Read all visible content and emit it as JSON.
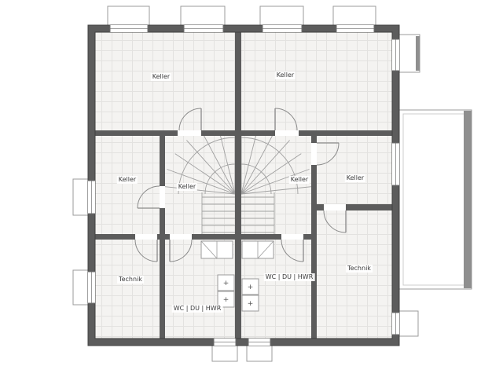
{
  "rooms": {
    "keller_top_left": "Keller",
    "keller_top_right": "Keller",
    "keller_mid_left": "Keller",
    "keller_stair_left": "Keller",
    "keller_stair_right": "Keller",
    "keller_mid_right": "Keller",
    "technik_left": "Technik",
    "technik_right": "Technik",
    "wc_du_hwr_left": "WC | DU | HWR",
    "wc_du_hwr_right": "WC | DU | HWR"
  },
  "symbols": {
    "plus": "+"
  },
  "colors": {
    "wall": "#5c5c5c",
    "wall_edge": "#404040",
    "floor": "#f4f3f1",
    "tile_line": "#e3e2e0",
    "thin": "#9b9b9b",
    "bar": "#8f8f8f",
    "door": "#8a8a8a",
    "stair": "#a0a0a0",
    "label_text": "#3a3a3a",
    "background": "#ffffff"
  }
}
